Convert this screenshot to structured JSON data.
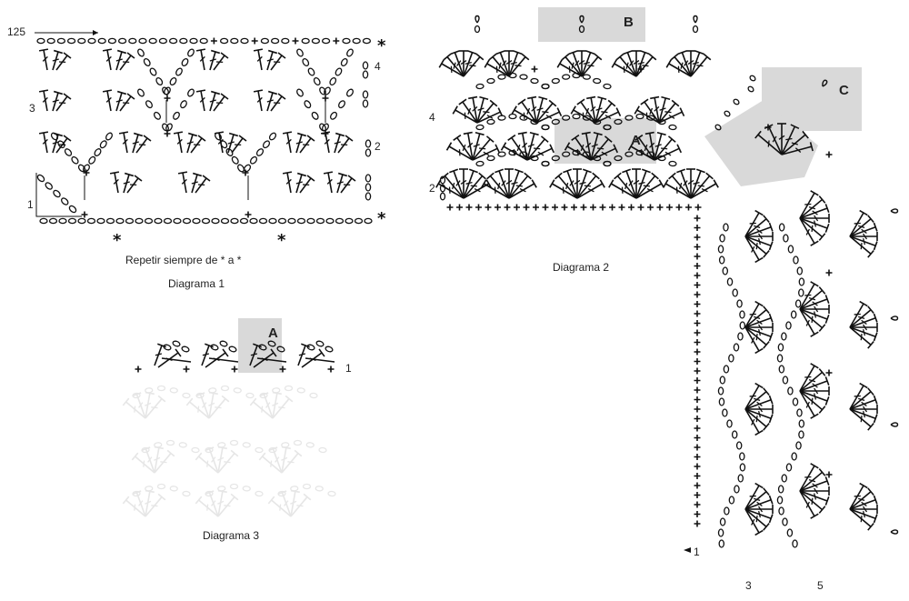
{
  "diagram1": {
    "caption": "Diagrama 1",
    "instruction": "Repetir siempre de * a *",
    "count": "125",
    "rows": [
      "1",
      "2",
      "3",
      "4"
    ],
    "star": "*"
  },
  "diagram2": {
    "caption": "Diagrama 2",
    "rows_top": [
      "2",
      "4"
    ],
    "rows_side": [
      "1",
      "3",
      "5"
    ],
    "labels": [
      "A",
      "B",
      "C"
    ]
  },
  "diagram3": {
    "caption": "Diagrama 3",
    "labels": [
      "A"
    ],
    "row": "1"
  },
  "colors": {
    "ink": "#111111",
    "highlight": "#d9d9d9",
    "faded": "#e6e6e6"
  }
}
